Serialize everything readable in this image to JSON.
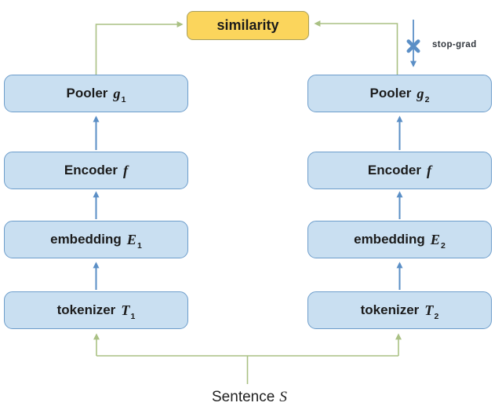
{
  "similarity_box": {
    "label": "similarity"
  },
  "stop_grad": {
    "label": "stop-grad"
  },
  "sentence": {
    "label": "Sentence",
    "symbol": "S"
  },
  "boxes": {
    "pooler_g1": {
      "label": "Pooler",
      "symbol": "g",
      "sub": "1"
    },
    "pooler_g2": {
      "label": "Pooler",
      "symbol": "g",
      "sub": "2"
    },
    "encoder_f_left": {
      "label": "Encoder",
      "symbol": "f",
      "sub": ""
    },
    "encoder_f_right": {
      "label": "Encoder",
      "symbol": "f",
      "sub": ""
    },
    "embedding_e1": {
      "label": "embedding",
      "symbol": "E",
      "sub": "1"
    },
    "embedding_e2": {
      "label": "embedding",
      "symbol": "E",
      "sub": "2"
    },
    "tokenizer_t1": {
      "label": "tokenizer",
      "symbol": "T",
      "sub": "1"
    },
    "tokenizer_t2": {
      "label": "tokenizer",
      "symbol": "T",
      "sub": "2"
    }
  },
  "colors": {
    "box_fill": "#C9DFF1",
    "box_border": "#6D9DCB",
    "similarity_fill": "#FBD55C",
    "similarity_border": "#A89F5E",
    "arrow_blue": "#5B8FC6",
    "line_green": "#AAC184",
    "text": "#1B1B1B"
  }
}
